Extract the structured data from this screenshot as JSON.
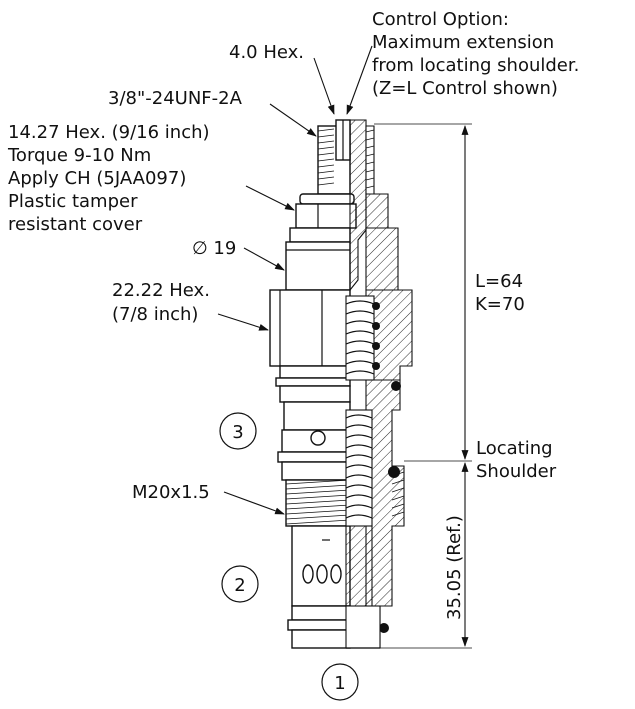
{
  "callouts": {
    "control_option": [
      "Control Option:",
      "Maximum extension",
      "from locating shoulder.",
      "(Z=L Control shown)"
    ],
    "hex_small": "4.0 Hex.",
    "thread_top": "3/8\"-24UNF-2A",
    "hex_nut": [
      "14.27 Hex. (9/16 inch)",
      "Torque 9-10 Nm",
      "Apply CH (5JAA097)",
      "Plastic tamper",
      "resistant cover"
    ],
    "diameter": "∅ 19",
    "hex_body": [
      "22.22 Hex.",
      "(7/8 inch)"
    ],
    "thread_body": "M20x1.5"
  },
  "dimensions": {
    "length": [
      "L=64",
      "K=70"
    ],
    "locating_shoulder": [
      "Locating",
      "Shoulder"
    ],
    "ref_length": "35.05 (Ref.)"
  },
  "ports": [
    "1",
    "2",
    "3"
  ]
}
